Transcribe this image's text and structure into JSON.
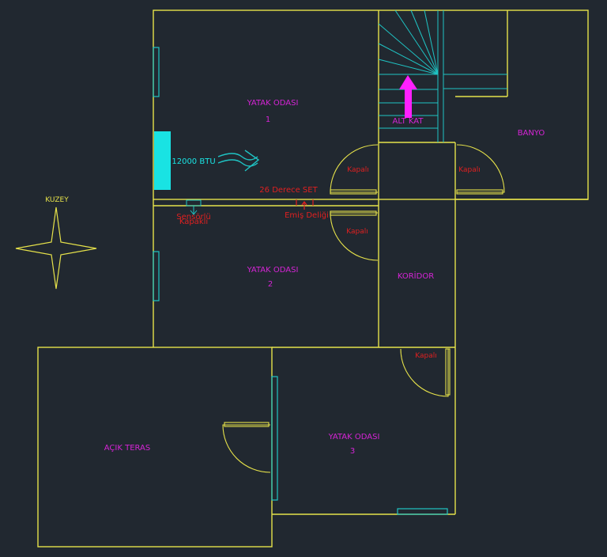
{
  "colors": {
    "background": "#212830",
    "wall": "#e6e24a",
    "window": "#1fc4c4",
    "room_label": "#d624d6",
    "door_status": "#e02020",
    "ac_unit": "#19e3e3",
    "stairs_arrow": "#ff20ff",
    "compass": "#e6e24a"
  },
  "compass": {
    "label": "KUZEY"
  },
  "rooms": {
    "bedroom1": {
      "name": "YATAK ODASI",
      "number": "1"
    },
    "bedroom2": {
      "name": "YATAK ODASI",
      "number": "2"
    },
    "bedroom3": {
      "name": "YATAK ODASI",
      "number": "3"
    },
    "bathroom": {
      "name": "BANYO"
    },
    "corridor": {
      "name": "KORİDOR"
    },
    "terrace": {
      "name": "AÇIK TERAS"
    },
    "stairs": {
      "name": "ALT KAT"
    }
  },
  "ac": {
    "capacity": "12000 BTU",
    "set_temp": "26 Derece SET",
    "intake": "Emiş Deliği",
    "sensor_note_line1": "Sensörlü",
    "sensor_note_line2": "Kapaklı"
  },
  "doors": {
    "bedroom1_door": "Kapalı",
    "bathroom_door": "Kapalı",
    "bedroom2_door": "Kapalı",
    "bedroom3_door": "Kapalı"
  }
}
